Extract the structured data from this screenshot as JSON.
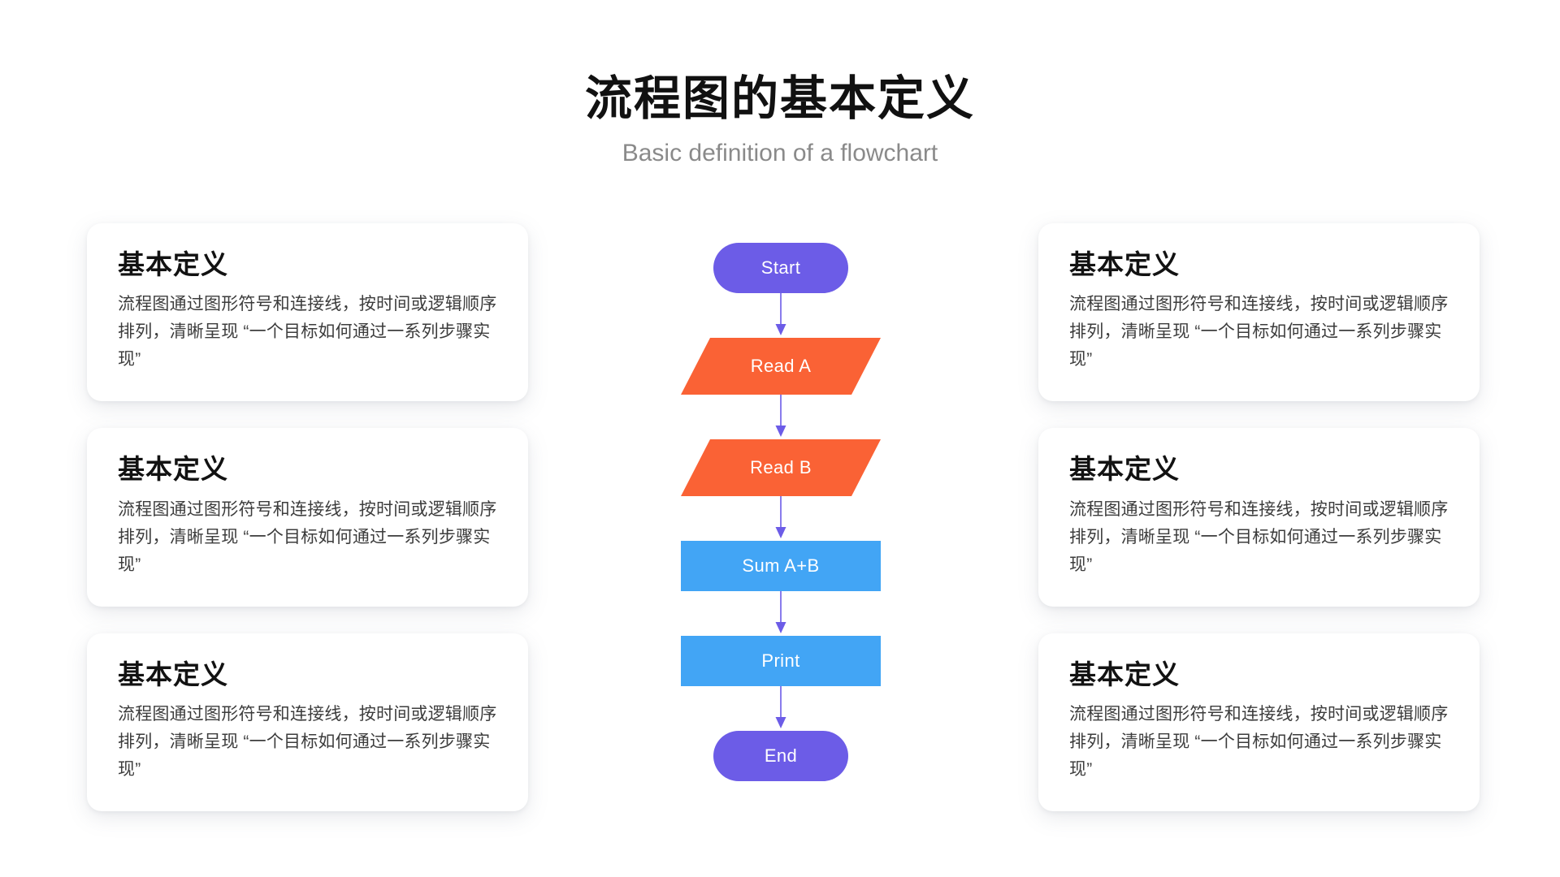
{
  "header": {
    "title": "流程图的基本定义",
    "subtitle": "Basic definition of a flowchart"
  },
  "colors": {
    "background": "#ffffff",
    "title": "#111111",
    "subtitle": "#8a8a8a",
    "card_background": "#ffffff",
    "card_title": "#121212",
    "card_body": "#3c3c3c",
    "terminator": "#6C5CE7",
    "io": "#FA6235",
    "process": "#42A5F5",
    "connector": "#6C5CE7",
    "node_label": "#ffffff"
  },
  "cards": {
    "left": [
      {
        "title": "基本定义",
        "body": "流程图通过图形符号和连接线，按时间或逻辑顺序排列，清晰呈现 “一个目标如何通过一系列步骤实现”"
      },
      {
        "title": "基本定义",
        "body": "流程图通过图形符号和连接线，按时间或逻辑顺序排列，清晰呈现 “一个目标如何通过一系列步骤实现”"
      },
      {
        "title": "基本定义",
        "body": "流程图通过图形符号和连接线，按时间或逻辑顺序排列，清晰呈现 “一个目标如何通过一系列步骤实现”"
      }
    ],
    "right": [
      {
        "title": "基本定义",
        "body": "流程图通过图形符号和连接线，按时间或逻辑顺序排列，清晰呈现 “一个目标如何通过一系列步骤实现”"
      },
      {
        "title": "基本定义",
        "body": "流程图通过图形符号和连接线，按时间或逻辑顺序排列，清晰呈现 “一个目标如何通过一系列步骤实现”"
      },
      {
        "title": "基本定义",
        "body": "流程图通过图形符号和连接线，按时间或逻辑顺序排列，清晰呈现 “一个目标如何通过一系列步骤实现”"
      }
    ]
  },
  "chart_data": {
    "type": "diagram",
    "diagram_kind": "flowchart",
    "orientation": "top-to-bottom",
    "title": "流程图的基本定义",
    "nodes": [
      {
        "id": "start",
        "label": "Start",
        "shape": "terminator",
        "color": "#6C5CE7"
      },
      {
        "id": "readA",
        "label": "Read A",
        "shape": "parallelogram",
        "color": "#FA6235"
      },
      {
        "id": "readB",
        "label": "Read B",
        "shape": "parallelogram",
        "color": "#FA6235"
      },
      {
        "id": "sum",
        "label": "Sum A+B",
        "shape": "rectangle",
        "color": "#42A5F5"
      },
      {
        "id": "print",
        "label": "Print",
        "shape": "rectangle",
        "color": "#42A5F5"
      },
      {
        "id": "end",
        "label": "End",
        "shape": "terminator",
        "color": "#6C5CE7"
      }
    ],
    "edges": [
      {
        "from": "start",
        "to": "readA",
        "label": "",
        "arrow": "down"
      },
      {
        "from": "readA",
        "to": "readB",
        "label": "",
        "arrow": "down"
      },
      {
        "from": "readB",
        "to": "sum",
        "label": "",
        "arrow": "down"
      },
      {
        "from": "sum",
        "to": "print",
        "label": "",
        "arrow": "down"
      },
      {
        "from": "print",
        "to": "end",
        "label": "",
        "arrow": "down"
      }
    ],
    "legend": [],
    "annotations": []
  }
}
